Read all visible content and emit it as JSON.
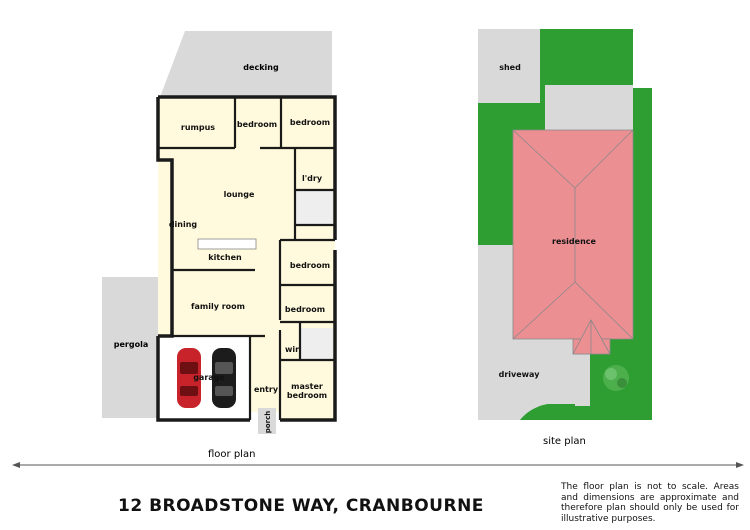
{
  "floor_plan": {
    "caption": "floor plan",
    "rooms": {
      "decking": "decking",
      "rumpus": "rumpus",
      "bedroom_1": "bedroom",
      "bedroom_2": "bedroom",
      "laundry": "l'dry",
      "lounge": "lounge",
      "dining": "dining",
      "kitchen": "kitchen",
      "bedroom_3": "bedroom",
      "family_room": "family room",
      "bedroom_4": "bedroom",
      "pergola": "pergola",
      "garage": "garage",
      "wir": "wir",
      "entry": "entry",
      "master_bedroom_line1": "master",
      "master_bedroom_line2": "bedroom",
      "porch": "porch"
    },
    "car_colors": {
      "left": "#c8232a",
      "right": "#1c1c1c"
    }
  },
  "site_plan": {
    "caption": "site plan",
    "labels": {
      "shed": "shed",
      "residence": "residence",
      "driveway": "driveway"
    },
    "colors": {
      "lawn": "#2e9e33",
      "roof": "#ec8f93",
      "paving": "#d9d9d9",
      "tree": "#4caf4c"
    }
  },
  "footer": {
    "address": "12 BROADSTONE WAY, CRANBOURNE",
    "disclaimer": "The floor plan is not to scale. Areas and dimensions are approximate and therefore plan should only be used for illustrative purposes."
  }
}
